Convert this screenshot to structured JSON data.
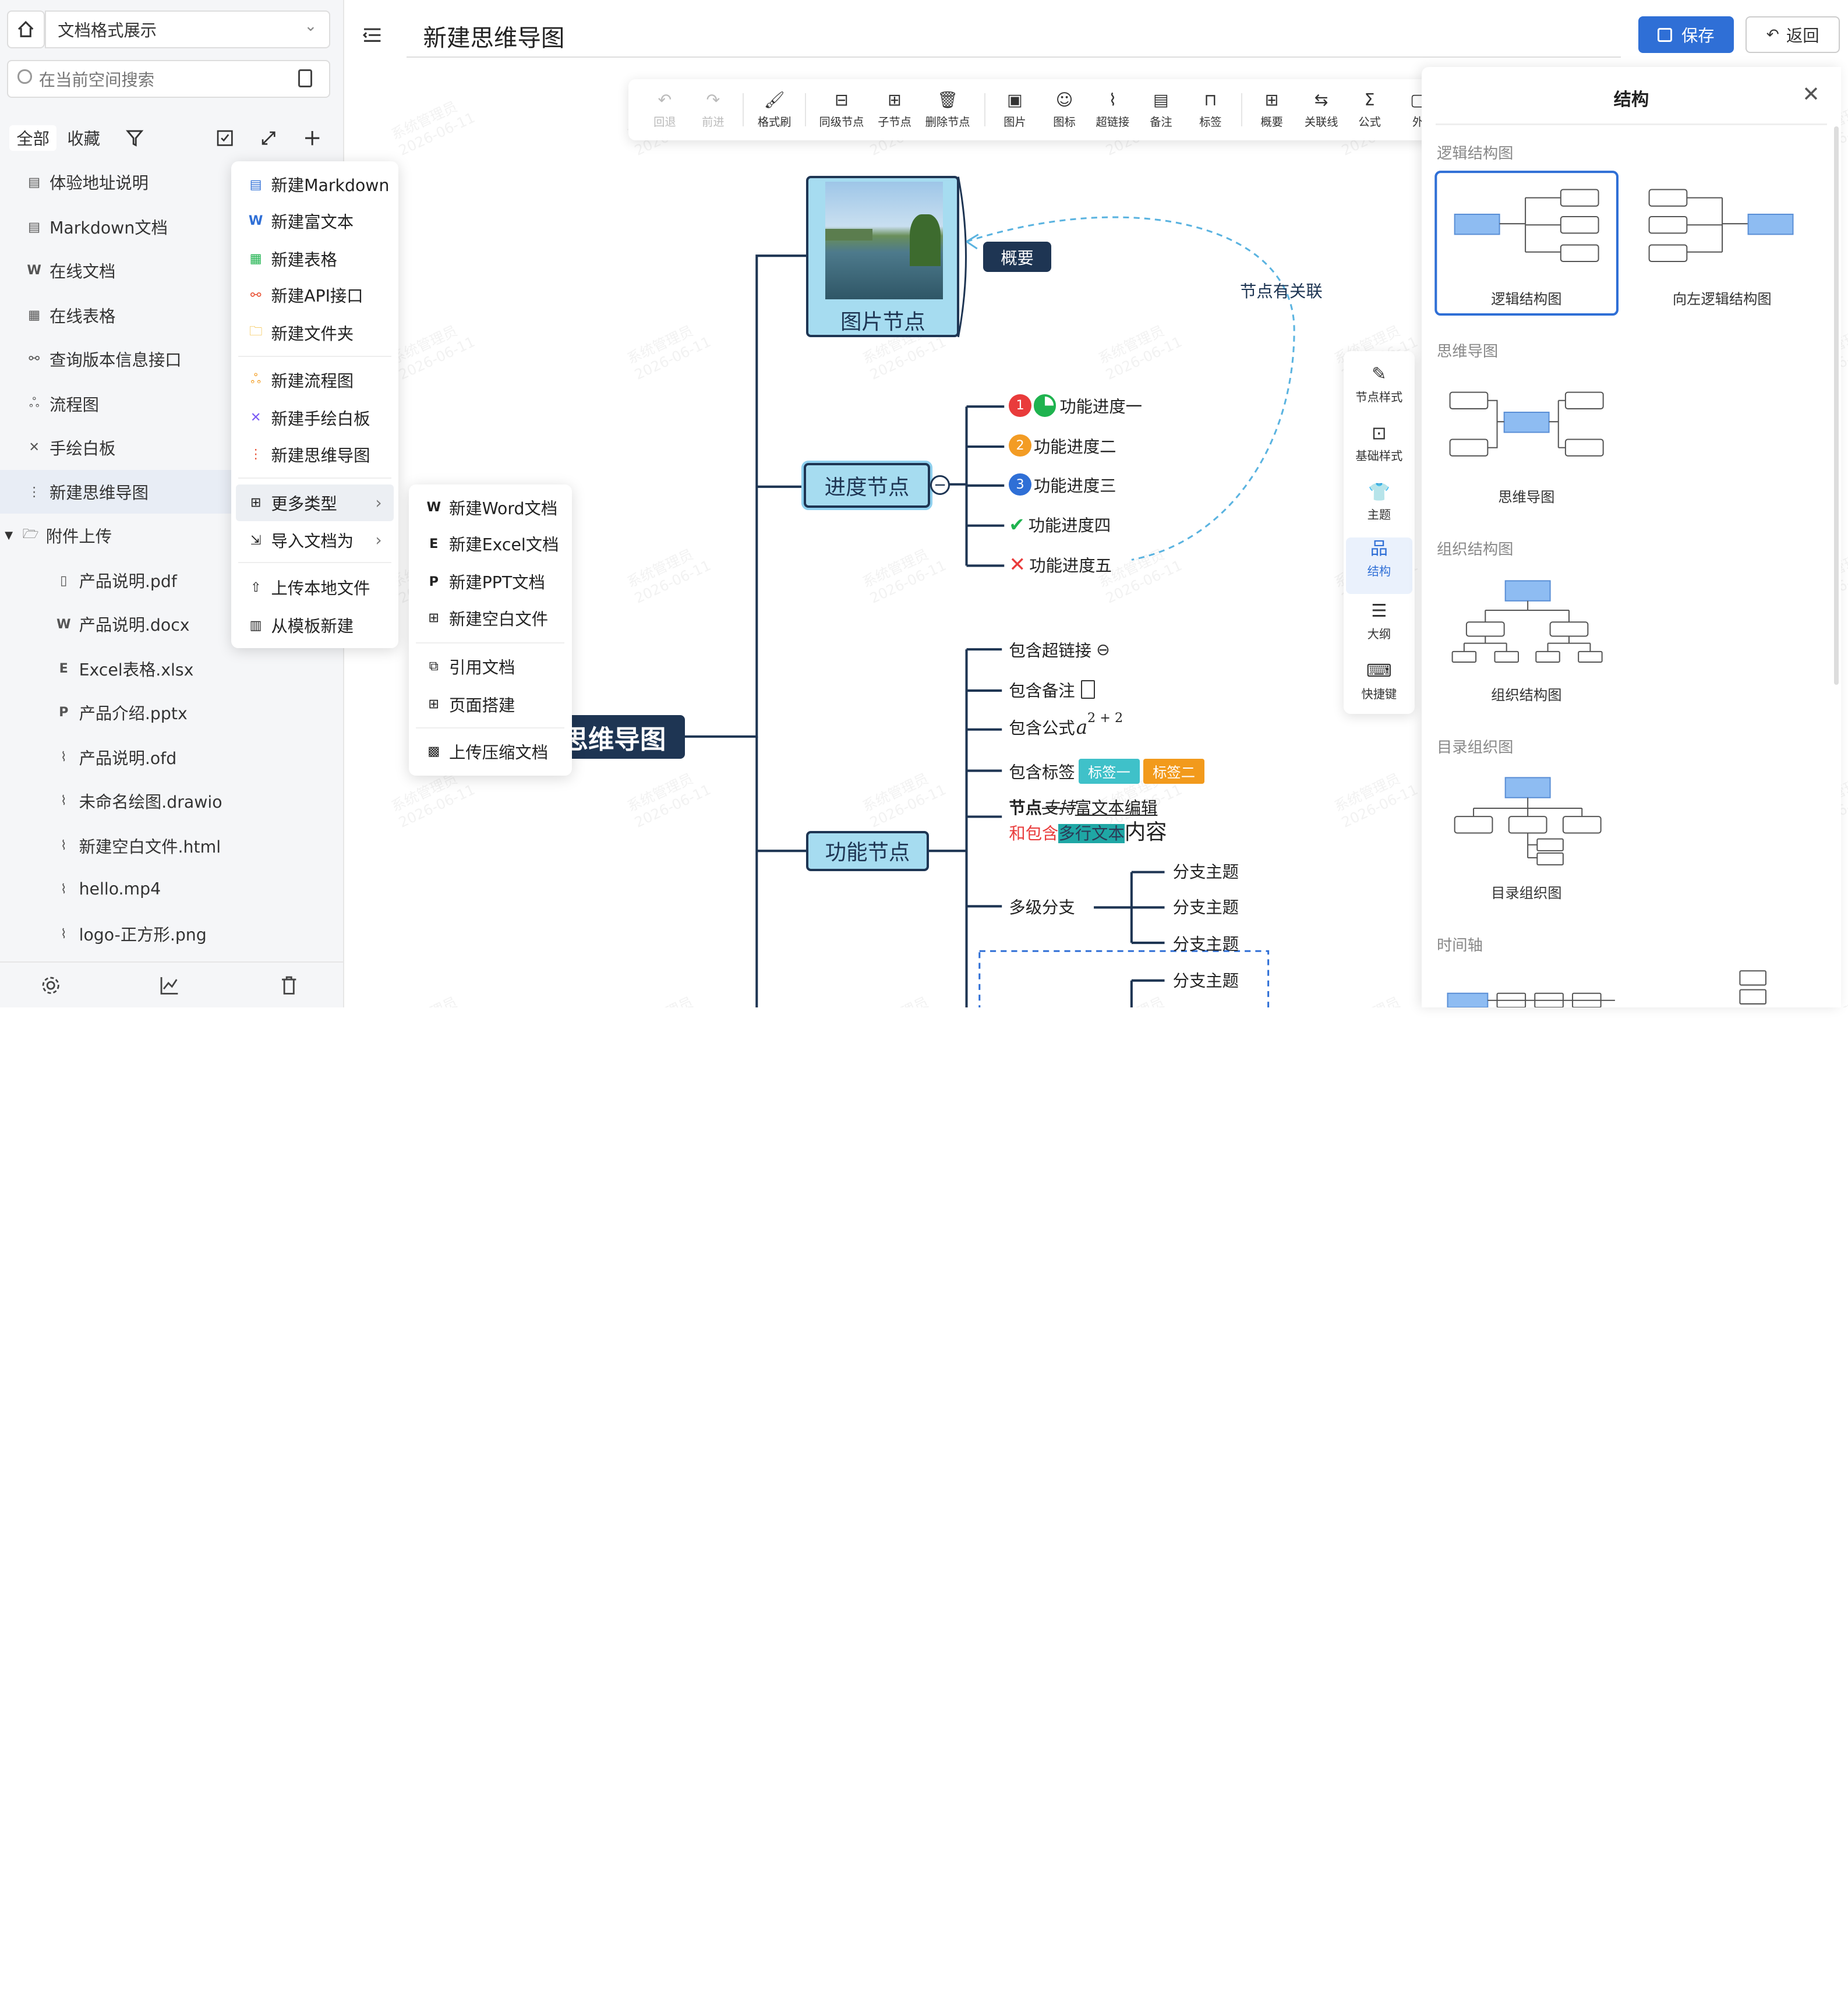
{
  "sidebar": {
    "space_name": "文档格式展示",
    "search_placeholder": "在当前空间搜索",
    "tabs": [
      "全部",
      "收藏"
    ],
    "items": [
      {
        "label": "体验地址说明",
        "icon": "markdown-doc-icon"
      },
      {
        "label": "Markdown文档",
        "icon": "markdown-doc-icon"
      },
      {
        "label": "在线文档",
        "icon": "word-doc-icon"
      },
      {
        "label": "在线表格",
        "icon": "sheet-icon"
      },
      {
        "label": "查询版本信息接口",
        "icon": "api-icon"
      },
      {
        "label": "流程图",
        "icon": "flowchart-icon"
      },
      {
        "label": "手绘白板",
        "icon": "whiteboard-icon"
      },
      {
        "label": "新建思维导图",
        "icon": "mindmap-icon"
      },
      {
        "label": "附件上传",
        "icon": "folder-open-icon"
      },
      {
        "label": "产品说明.pdf",
        "icon": "pdf-icon"
      },
      {
        "label": "产品说明.docx",
        "icon": "word-file-icon"
      },
      {
        "label": "Excel表格.xlsx",
        "icon": "excel-file-icon"
      },
      {
        "label": "产品介绍.pptx",
        "icon": "ppt-file-icon"
      },
      {
        "label": "产品说明.ofd",
        "icon": "attachment-icon"
      },
      {
        "label": "未命名绘图.drawio",
        "icon": "attachment-icon"
      },
      {
        "label": "新建空白文件.html",
        "icon": "attachment-icon"
      },
      {
        "label": "hello.mp4",
        "icon": "attachment-icon"
      },
      {
        "label": "logo-正方形.png",
        "icon": "attachment-icon"
      }
    ]
  },
  "context_menu": {
    "items": [
      "新建Markdown",
      "新建富文本",
      "新建表格",
      "新建API接口",
      "新建文件夹",
      "新建流程图",
      "新建手绘白板",
      "新建思维导图",
      "更多类型",
      "导入文档为",
      "上传本地文件",
      "从模板新建"
    ]
  },
  "submenu": {
    "items": [
      "新建Word文档",
      "新建Excel文档",
      "新建PPT文档",
      "新建空白文件",
      "引用文档",
      "页面搭建",
      "上传压缩文档"
    ]
  },
  "header": {
    "title": "新建思维导图",
    "save_label": "保存",
    "back_label": "返回"
  },
  "toolbar": {
    "buttons": [
      "回退",
      "前进",
      "格式刷",
      "同级节点",
      "子节点",
      "删除节点",
      "图片",
      "图标",
      "超链接",
      "备注",
      "标签",
      "概要",
      "关联线",
      "公式",
      "外"
    ]
  },
  "right_tools": [
    "节点样式",
    "基础样式",
    "主题",
    "结构",
    "大纲",
    "快捷键"
  ],
  "panel": {
    "title": "结构",
    "sections": [
      "逻辑结构图",
      "思维导图",
      "组织结构图",
      "目录组织图",
      "时间轴"
    ],
    "cards": [
      "逻辑结构图",
      "向左逻辑结构图",
      "思维导图",
      "组织结构图",
      "目录组织图"
    ]
  },
  "mindmap": {
    "root": "思维导图",
    "image_node": "图片节点",
    "summary": "概要",
    "relation": "节点有关联",
    "progress_node": "进度节点",
    "progress": [
      "功能进度一",
      "功能进度二",
      "功能进度三",
      "功能进度四",
      "功能进度五"
    ],
    "progress_marks": [
      "1",
      "2",
      "3"
    ],
    "feature_node": "功能节点",
    "features": {
      "link": "包含超链接",
      "note": "包含备注",
      "formula": "包含公式",
      "formula_base": "a",
      "formula_exp": "2 + 2",
      "tags_label": "包含标签",
      "tag1": "标签一",
      "tag2": "标签二",
      "rich_a": "节点",
      "rich_b": "支持",
      "rich_c": "富文本编辑",
      "rich_d": "和包含",
      "rich_e": "多行文本",
      "rich_f": "内容",
      "multi": "多级分支",
      "branch": "分支主题"
    }
  },
  "watermark": {
    "line1": "系统管理员",
    "line2": "2026-06-11"
  },
  "colors": {
    "primary": "#2f6fd6",
    "node_fill": "#a6dcf0",
    "root_fill": "#1e3553",
    "tag1": "#3fc1c9",
    "tag2": "#f29a1c"
  }
}
